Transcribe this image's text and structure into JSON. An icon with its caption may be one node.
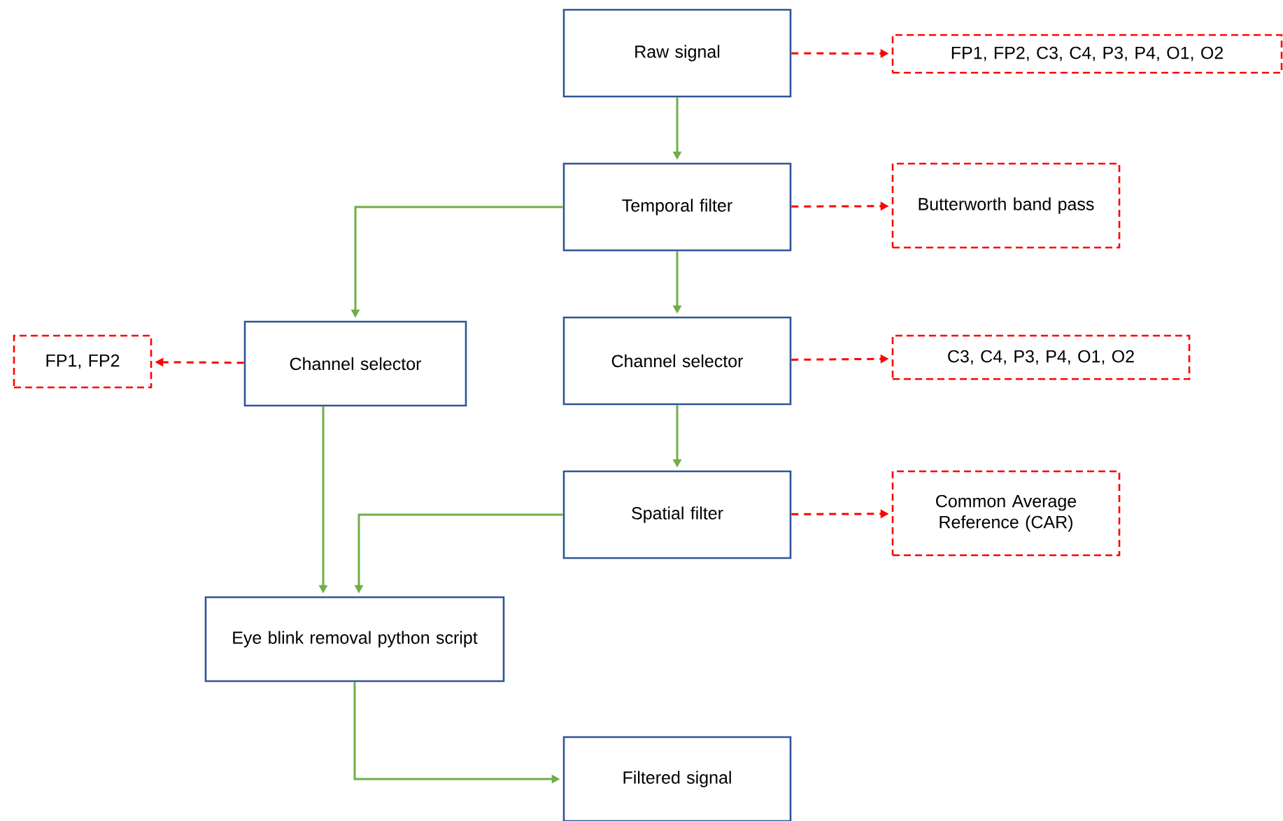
{
  "diagram": {
    "nodes": [
      {
        "text": [
          "Raw signal"
        ]
      },
      {
        "text": [
          "Temporal filter"
        ]
      },
      {
        "text": [
          "Channel selector"
        ]
      },
      {
        "text": [
          "Spatial filter"
        ]
      },
      {
        "text": [
          "Filtered signal"
        ]
      },
      {
        "text": [
          "Channel selector"
        ]
      },
      {
        "text": [
          "Eye blink removal python script"
        ]
      },
      {
        "text": [
          "FP1, FP2, C3, C4, P3, P4, O1, O2"
        ]
      },
      {
        "text": [
          "Butterworth band pass"
        ]
      },
      {
        "text": [
          "C3, C4, P3, P4, O1, O2"
        ]
      },
      {
        "text": [
          "Common Average Reference (CAR)"
        ]
      },
      {
        "text": [
          "FP1, FP2"
        ]
      }
    ],
    "edges": [
      {
        "from": 0,
        "to": 1,
        "arrow": "to"
      },
      {
        "from": 1,
        "to": 2,
        "arrow": "to"
      },
      {
        "from": 2,
        "to": 3,
        "arrow": "to"
      },
      {
        "from": 1,
        "to": 5,
        "arrow": "to"
      },
      {
        "from": 5,
        "to": 6,
        "arrow": "to"
      },
      {
        "from": 3,
        "to": 6,
        "arrow": "to"
      },
      {
        "from": 6,
        "to": 4,
        "arrow": "to"
      },
      {
        "from": 0,
        "to": 7,
        "arrow": "to",
        "style": "dashed",
        "color": "#ff0000"
      },
      {
        "from": 1,
        "to": 8,
        "arrow": "to",
        "style": "dashed",
        "color": "#ff0000"
      },
      {
        "from": 2,
        "to": 9,
        "arrow": "to",
        "style": "dashed",
        "color": "#ff0000"
      },
      {
        "from": 3,
        "to": 10,
        "arrow": "to",
        "style": "dashed",
        "color": "#ff0000"
      },
      {
        "from": 5,
        "to": 11,
        "arrow": "to",
        "style": "dashed",
        "color": "#ff0000"
      }
    ]
  }
}
